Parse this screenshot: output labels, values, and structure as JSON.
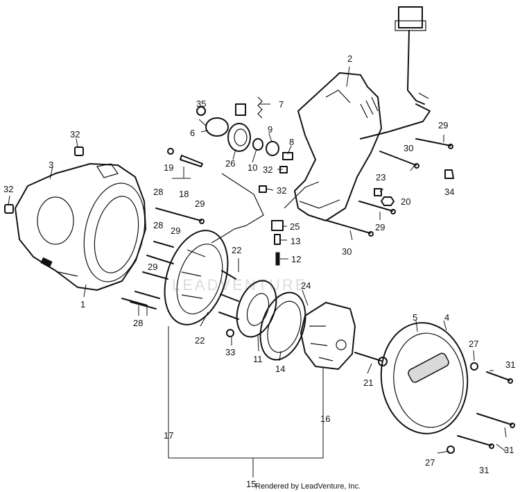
{
  "credit": "Rendered by LeadVenture, Inc.",
  "watermark": "LEADVENTURE",
  "callouts": [
    "1",
    "2",
    "3",
    "4",
    "5",
    "6",
    "7",
    "8",
    "9",
    "10",
    "11",
    "12",
    "13",
    "14",
    "15",
    "16",
    "17",
    "18",
    "19",
    "20",
    "21",
    "22",
    "23",
    "24",
    "25",
    "26",
    "27",
    "28",
    "29",
    "30",
    "31",
    "32",
    "33",
    "34",
    "35"
  ]
}
